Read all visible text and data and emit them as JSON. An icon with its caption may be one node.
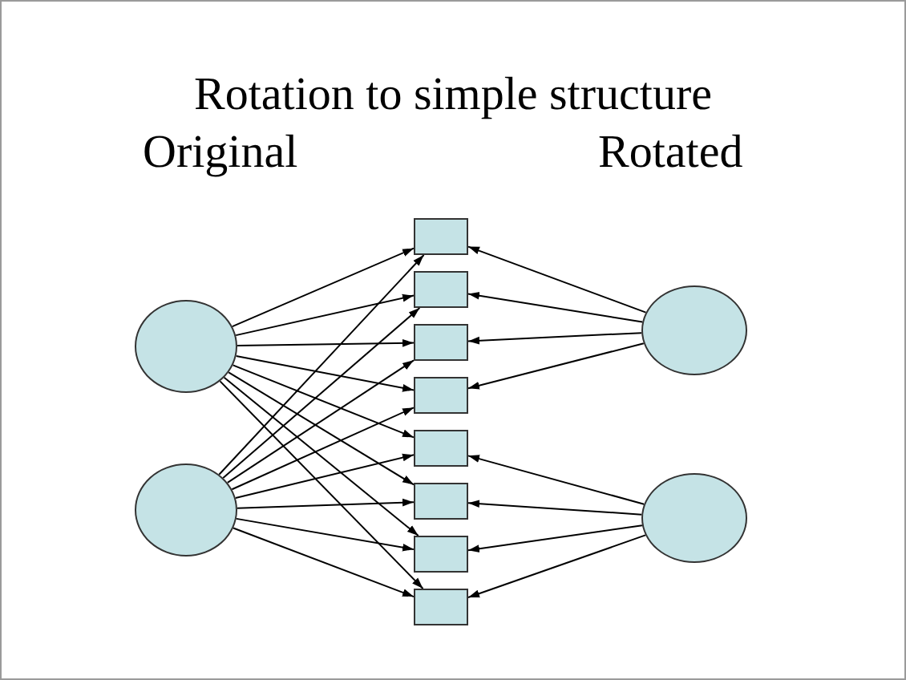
{
  "diagram": {
    "title": "Rotation to simple structure",
    "nodes": [
      {
        "text": [],
        "shape": "circle"
      },
      {
        "text": [],
        "shape": "circle"
      },
      {
        "text": [],
        "shape": "box"
      },
      {
        "text": [],
        "shape": "box"
      },
      {
        "text": [],
        "shape": "box"
      },
      {
        "text": [],
        "shape": "box"
      },
      {
        "text": [],
        "shape": "box"
      },
      {
        "text": [],
        "shape": "box"
      },
      {
        "text": [],
        "shape": "box"
      },
      {
        "text": [],
        "shape": "box"
      },
      {
        "text": [],
        "shape": "circle"
      },
      {
        "text": [],
        "shape": "circle"
      }
    ],
    "edges": [
      {
        "from": 0,
        "to": 2,
        "arrow": "to"
      },
      {
        "from": 0,
        "to": 3,
        "arrow": "to"
      },
      {
        "from": 0,
        "to": 4,
        "arrow": "to"
      },
      {
        "from": 0,
        "to": 5,
        "arrow": "to"
      },
      {
        "from": 0,
        "to": 6,
        "arrow": "to"
      },
      {
        "from": 0,
        "to": 7,
        "arrow": "to"
      },
      {
        "from": 0,
        "to": 8,
        "arrow": "to"
      },
      {
        "from": 0,
        "to": 9,
        "arrow": "to"
      },
      {
        "from": 1,
        "to": 2,
        "arrow": "to"
      },
      {
        "from": 1,
        "to": 3,
        "arrow": "to"
      },
      {
        "from": 1,
        "to": 4,
        "arrow": "to"
      },
      {
        "from": 1,
        "to": 5,
        "arrow": "to"
      },
      {
        "from": 1,
        "to": 6,
        "arrow": "to"
      },
      {
        "from": 1,
        "to": 7,
        "arrow": "to"
      },
      {
        "from": 1,
        "to": 8,
        "arrow": "to"
      },
      {
        "from": 1,
        "to": 9,
        "arrow": "to"
      },
      {
        "from": 10,
        "to": 2,
        "arrow": "to"
      },
      {
        "from": 10,
        "to": 3,
        "arrow": "to"
      },
      {
        "from": 10,
        "to": 4,
        "arrow": "to"
      },
      {
        "from": 10,
        "to": 5,
        "arrow": "to"
      },
      {
        "from": 11,
        "to": 6,
        "arrow": "to"
      },
      {
        "from": 11,
        "to": 7,
        "arrow": "to"
      },
      {
        "from": 11,
        "to": 8,
        "arrow": "to"
      },
      {
        "from": 11,
        "to": 9,
        "arrow": "to"
      }
    ],
    "labels": [
      "Original",
      "Rotated"
    ]
  }
}
